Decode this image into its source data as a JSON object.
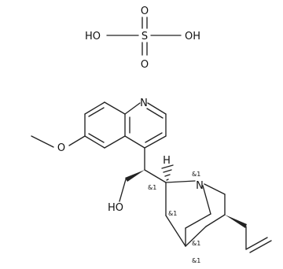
{
  "sulfate": {
    "s": "S",
    "o_top": "O",
    "o_bottom": "O",
    "oh_left": "HO",
    "oh_right": "OH"
  },
  "quinoline": {
    "n": "N",
    "o_methoxy": "O"
  },
  "carbinol": {
    "ho": "HO",
    "h": "H",
    "stereo": "&1"
  },
  "quinuclidine": {
    "n": "N",
    "stereo_n": "&1",
    "stereo_c2": "&1",
    "stereo_c4": "&1",
    "stereo_c5": "&1"
  }
}
